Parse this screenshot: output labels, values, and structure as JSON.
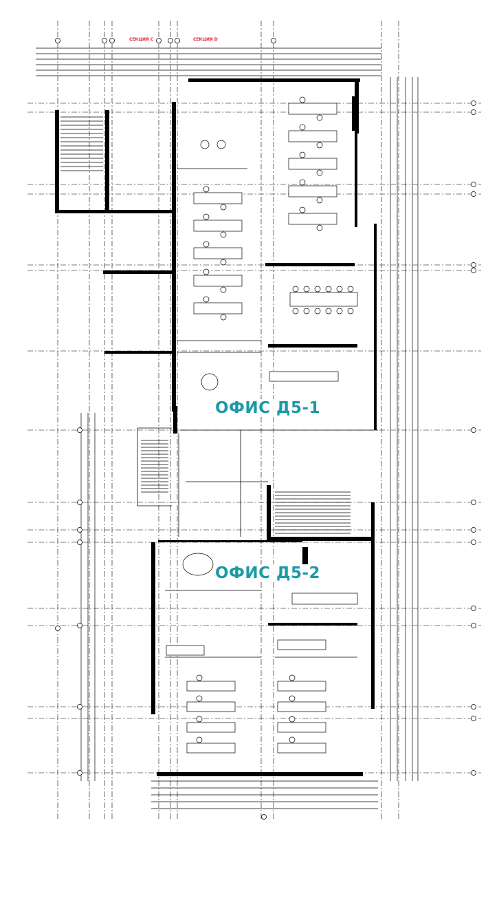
{
  "plan": {
    "sections": [
      "СЕКЦИЯ C",
      "СЕКЦИЯ D"
    ],
    "offices": [
      "ОФИС Д5-1",
      "ОФИС Д5-2"
    ]
  },
  "colors": {
    "office_label": "#1a9aa6",
    "section_label": "#e8202a",
    "lines": "#000000"
  }
}
